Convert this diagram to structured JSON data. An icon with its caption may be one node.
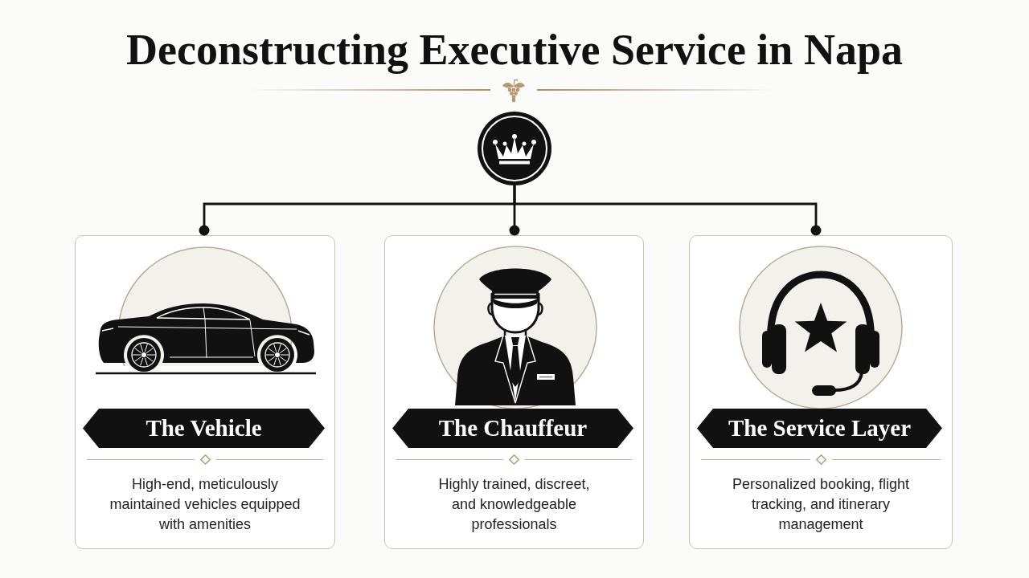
{
  "diagram": {
    "title": "Deconstructing Executive Service in Napa",
    "nodes": [
      {
        "text": [],
        "shape": "circle"
      },
      {
        "text": [
          "The Vehicle",
          "High-end, meticulously maintained vehicles equipped with amenities"
        ]
      },
      {
        "text": [
          "The Chauffeur",
          "Highly trained, discreet, and knowledgeable professionals"
        ]
      },
      {
        "text": [
          "The Service Layer",
          "Personalized booking, flight tracking, and itinerary management"
        ]
      }
    ],
    "edges": [
      {
        "from": 0,
        "to": 1,
        "arrow": "other"
      },
      {
        "from": 0,
        "to": 2,
        "arrow": "other"
      },
      {
        "from": 0,
        "to": 3,
        "arrow": "other"
      }
    ]
  }
}
